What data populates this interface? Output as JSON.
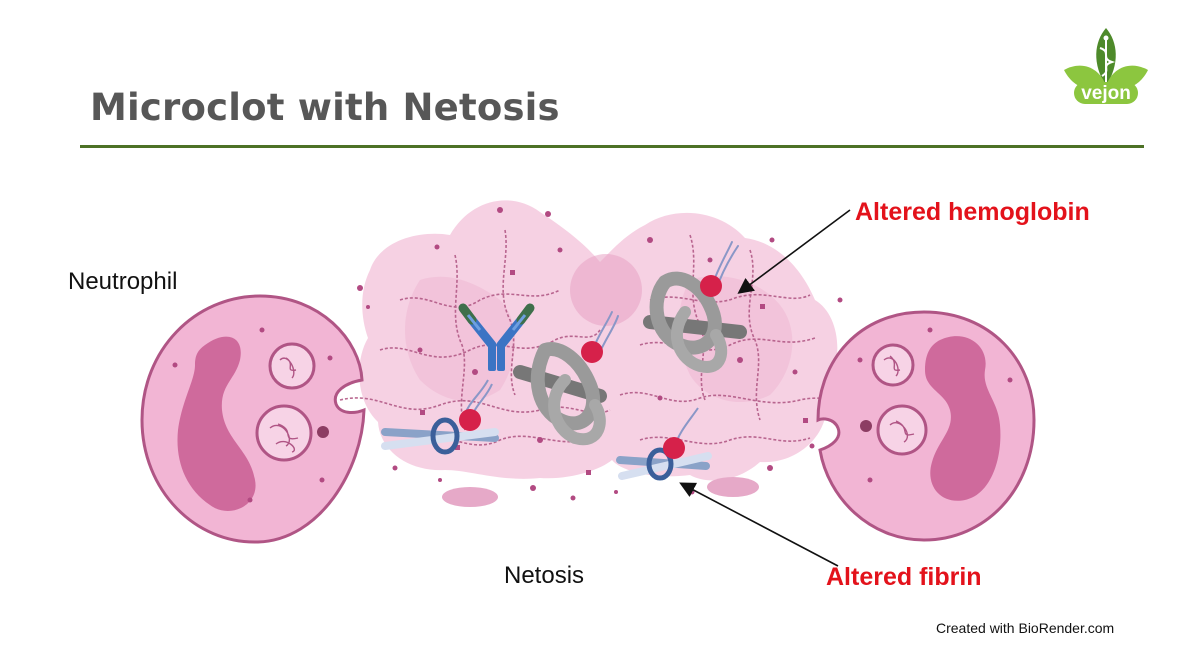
{
  "slide": {
    "title": "Microclot with Netosis",
    "logo_text": "vejon",
    "credit": "Created with BioRender.com"
  },
  "labels": {
    "neutrophil": "Neutrophil",
    "netosis": "Netosis",
    "altered_hemoglobin": "Altered hemoglobin",
    "altered_fibrin": "Altered fibrin"
  },
  "colors": {
    "title": "#575757",
    "rule": "#4d7126",
    "highlight_text": "#e3121b",
    "cell_fill": "#f2b5d4",
    "nucleus_fill": "#cf6a9c",
    "net_cloud": "#f6cfe2",
    "hemoglobin_marker": "#d6214a",
    "protein_gray": "#9a9a9a",
    "antibody_blue": "#3b74c4",
    "antibody_green": "#3f6f4b",
    "logo_green": "#8cc63f",
    "logo_dark_green": "#4e8a2a"
  },
  "icons": {
    "logo": "vejon-leaf-caduceus-icon",
    "arrows": "arrow-icon"
  }
}
